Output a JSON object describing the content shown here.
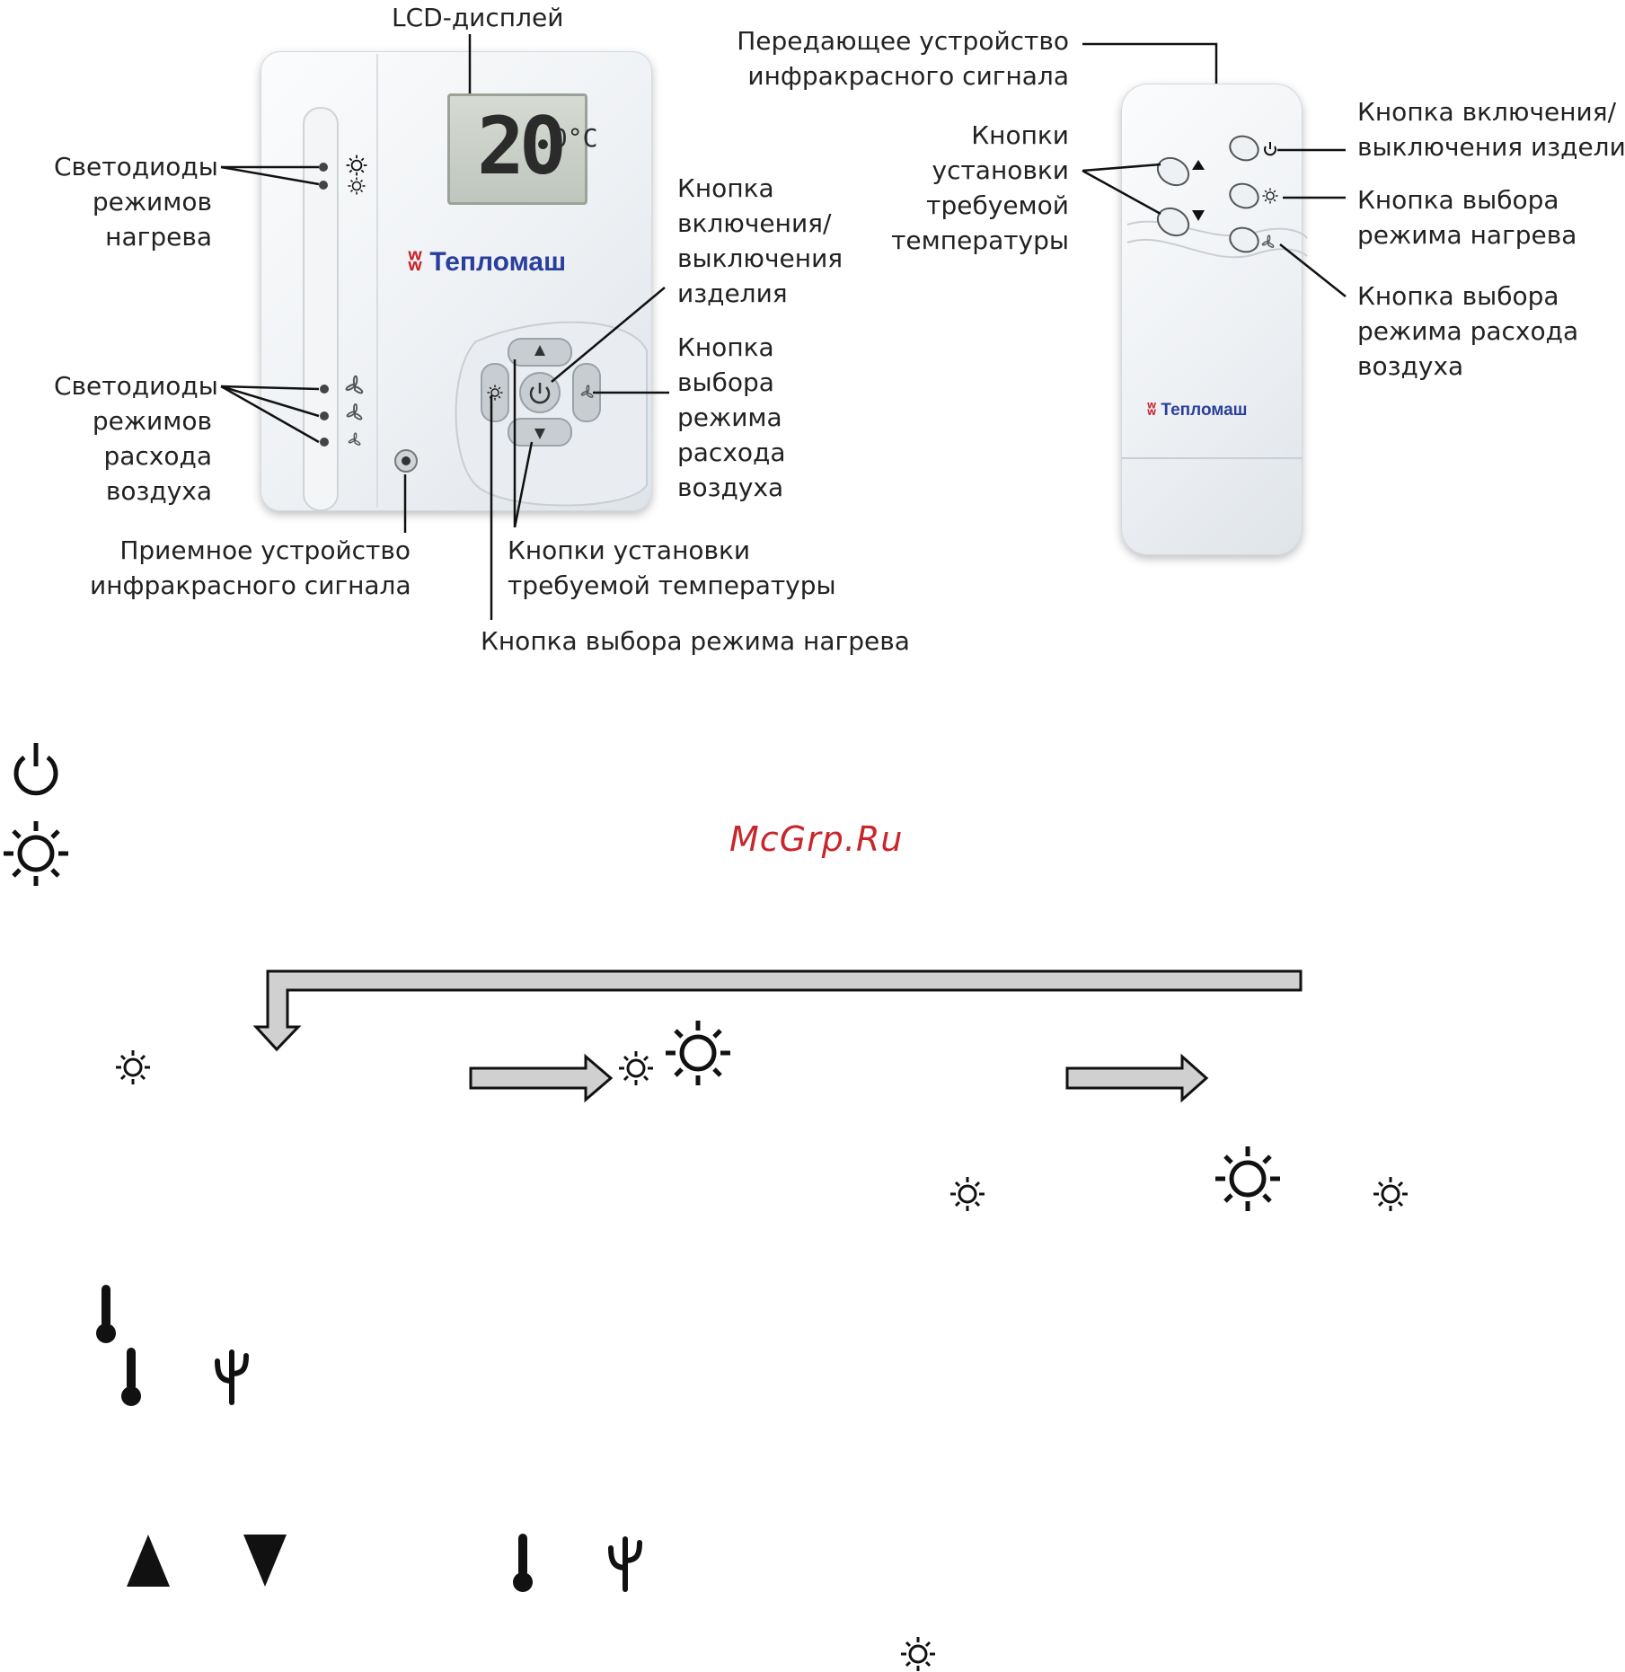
{
  "labels": {
    "lcd_display": "LCD-дисплей",
    "leds_heating": [
      "Светодиоды",
      "режимов",
      "нагрева"
    ],
    "leds_airflow": [
      "Светодиоды",
      "режимов",
      "расхода",
      "воздуха"
    ],
    "ir_receiver": [
      "Приемное устройство",
      "инфракрасного сигнала"
    ],
    "power_button_device": [
      "Кнопка",
      "включения/",
      "выключения",
      "изделия"
    ],
    "airflow_button_device": [
      "Кнопка",
      "выбора",
      "режима",
      "расхода",
      "воздуха"
    ],
    "temp_buttons_device": [
      "Кнопки установки",
      "требуемой температуры"
    ],
    "heating_button_device": "Кнопка выбора режима нагрева",
    "ir_transmitter": [
      "Передающее устройство",
      "инфракрасного сигнала"
    ],
    "temp_buttons_remote": [
      "Кнопки",
      "установки",
      "требуемой",
      "температуры"
    ],
    "power_button_remote": [
      "Кнопка включения/",
      "выключения изделия"
    ],
    "heating_button_remote": [
      "Кнопка выбора",
      "режима нагрева"
    ],
    "airflow_button_remote": [
      "Кнопка выбора",
      "режима расхода",
      "воздуха"
    ]
  },
  "device": {
    "lcd_value": "20",
    "lcd_unit": ".0°C",
    "brand": "Тепломаш"
  },
  "remote": {
    "brand": "Тепломаш"
  },
  "watermark": "McGrp.Ru",
  "icons": {
    "power": "power-icon",
    "sun": "sun-icon",
    "fan": "fan-icon",
    "thermometer": "thermometer-icon",
    "cactus": "cactus-icon",
    "up": "triangle-up-icon",
    "down": "triangle-down-icon"
  },
  "colors": {
    "brand": "#2a3f9c",
    "watermark": "#c8262b",
    "arrow_fill": "#d0d0d0"
  }
}
